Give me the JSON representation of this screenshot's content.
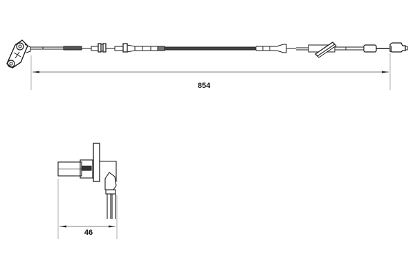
{
  "drawing": {
    "type": "technical drawing",
    "subject": "sensor cable assembly",
    "views": [
      {
        "name": "overall-length-view",
        "dimension_label": "854"
      },
      {
        "name": "sensor-head-side-view",
        "dimension_label": "46"
      }
    ]
  },
  "dimensions": {
    "overall_length": "854",
    "sensor_width": "46"
  },
  "colors": {
    "line": "#1a1a1a",
    "extension_line": "#9a9a9a",
    "background": "#ffffff"
  }
}
